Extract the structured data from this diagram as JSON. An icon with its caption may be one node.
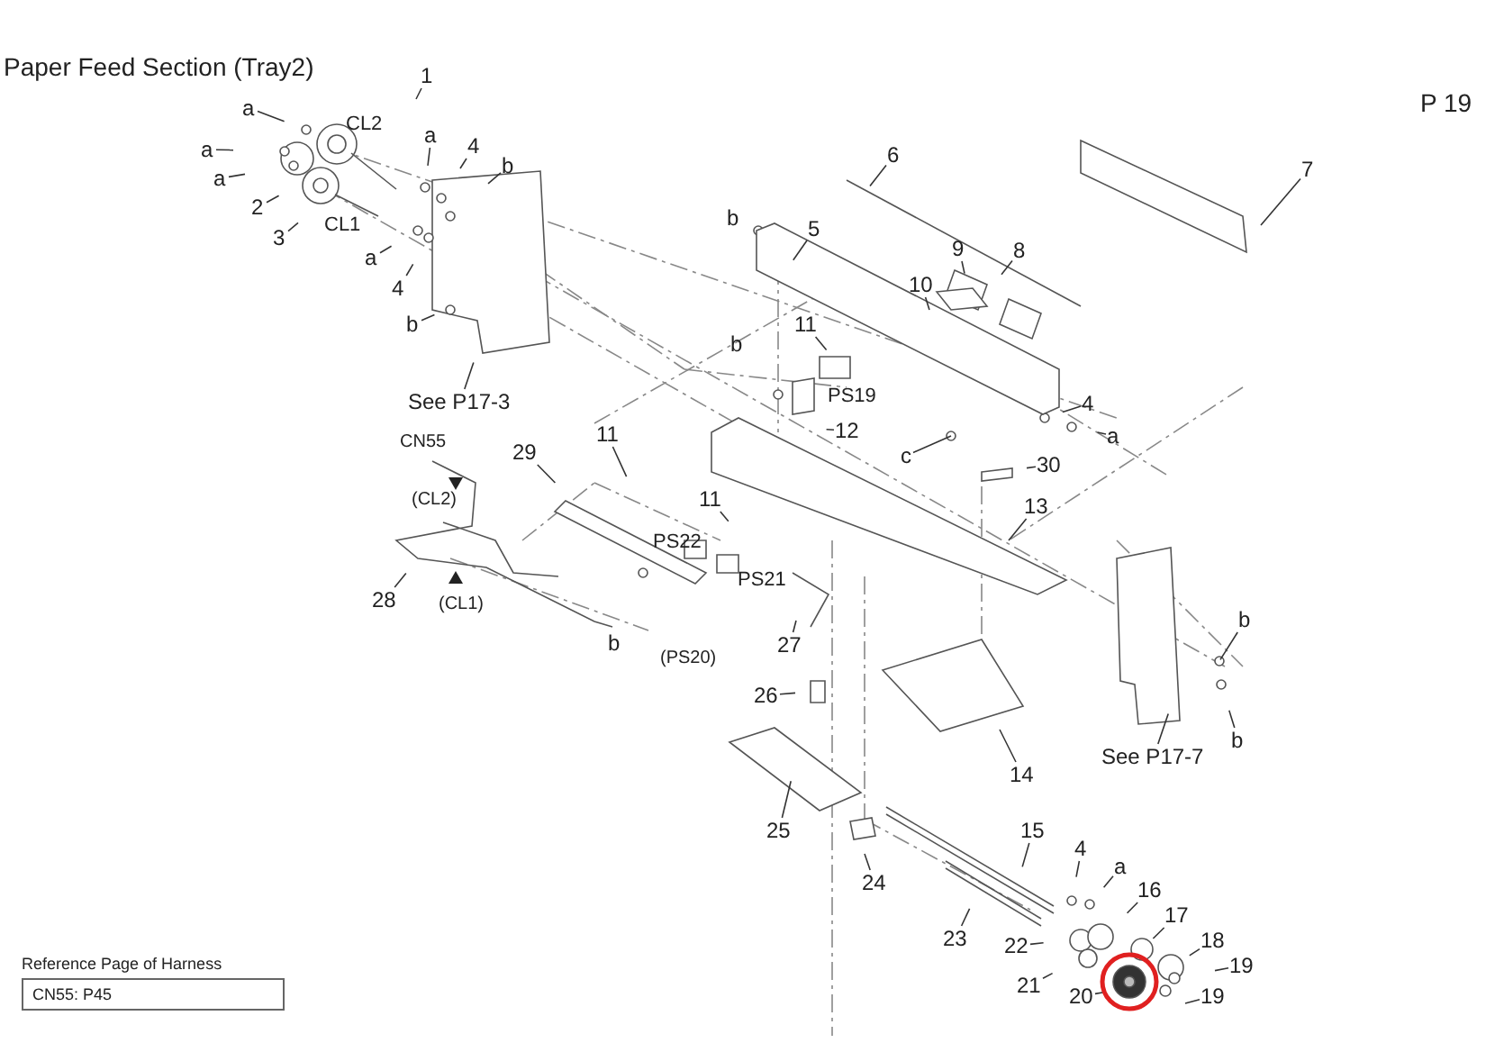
{
  "diagram": {
    "title": "Paper Feed Section (Tray2)",
    "nodes": [
      {
        "text": [
          "1"
        ]
      },
      {
        "text": [
          "a"
        ]
      },
      {
        "text": [
          "a"
        ]
      },
      {
        "text": [
          "a"
        ]
      },
      {
        "text": [
          "2"
        ]
      },
      {
        "text": [
          "3"
        ]
      },
      {
        "text": [
          "a"
        ]
      },
      {
        "text": [
          "4"
        ]
      },
      {
        "text": [
          "b"
        ]
      },
      {
        "text": [
          "a"
        ]
      },
      {
        "text": [
          "4"
        ]
      },
      {
        "text": [
          "b"
        ]
      },
      {
        "text": [
          "See P17-3"
        ]
      },
      {
        "text": [
          "6"
        ]
      },
      {
        "text": [
          "7"
        ]
      },
      {
        "text": [
          "5"
        ]
      },
      {
        "text": [
          "9"
        ]
      },
      {
        "text": [
          "8"
        ]
      },
      {
        "text": [
          "10"
        ]
      },
      {
        "text": [
          "11"
        ]
      },
      {
        "text": [
          "12"
        ]
      },
      {
        "text": [
          "c"
        ]
      },
      {
        "text": [
          "4"
        ]
      },
      {
        "text": [
          "a"
        ]
      },
      {
        "text": [
          "29"
        ]
      },
      {
        "text": [
          "11"
        ]
      },
      {
        "text": [
          "28"
        ]
      },
      {
        "text": [
          "11"
        ]
      },
      {
        "text": [
          "27"
        ]
      },
      {
        "text": [
          "30"
        ]
      },
      {
        "text": [
          "13"
        ]
      },
      {
        "text": [
          "b"
        ]
      },
      {
        "text": [
          "b"
        ]
      },
      {
        "text": [
          "See P17-7"
        ]
      },
      {
        "text": [
          "26"
        ]
      },
      {
        "text": [
          "14"
        ]
      },
      {
        "text": [
          "25"
        ]
      },
      {
        "text": [
          "15"
        ]
      },
      {
        "text": [
          "24"
        ]
      },
      {
        "text": [
          "4"
        ]
      },
      {
        "text": [
          "a"
        ]
      },
      {
        "text": [
          "16"
        ]
      },
      {
        "text": [
          "23"
        ]
      },
      {
        "text": [
          "17"
        ]
      },
      {
        "text": [
          "22"
        ]
      },
      {
        "text": [
          "18"
        ]
      },
      {
        "text": [
          "19"
        ]
      },
      {
        "text": [
          "21"
        ]
      },
      {
        "text": [
          "20"
        ]
      },
      {
        "text": [
          "19"
        ]
      },
      {
        "text": [
          "Reference Page of Harness",
          "CN55: P45"
        ]
      }
    ],
    "edges": [
      {
        "from": 0,
        "to": null,
        "arrow": "none"
      },
      {
        "from": 1,
        "to": null,
        "arrow": "none"
      },
      {
        "from": 2,
        "to": null,
        "arrow": "none"
      },
      {
        "from": 3,
        "to": null,
        "arrow": "none"
      },
      {
        "from": 4,
        "to": null,
        "arrow": "none"
      },
      {
        "from": 5,
        "to": null,
        "arrow": "none"
      },
      {
        "from": 6,
        "to": null,
        "arrow": "none"
      },
      {
        "from": 7,
        "to": null,
        "arrow": "none"
      },
      {
        "from": 8,
        "to": null,
        "arrow": "none"
      },
      {
        "from": 9,
        "to": null,
        "arrow": "none"
      },
      {
        "from": 10,
        "to": null,
        "arrow": "none"
      },
      {
        "from": 11,
        "to": null,
        "arrow": "none"
      },
      {
        "from": 12,
        "to": null,
        "arrow": "none"
      },
      {
        "from": 13,
        "to": null,
        "arrow": "none"
      },
      {
        "from": 14,
        "to": null,
        "arrow": "none"
      },
      {
        "from": 15,
        "to": null,
        "arrow": "none"
      },
      {
        "from": 16,
        "to": null,
        "arrow": "none"
      },
      {
        "from": 17,
        "to": null,
        "arrow": "none"
      },
      {
        "from": 18,
        "to": null,
        "arrow": "none"
      },
      {
        "from": 19,
        "to": null,
        "arrow": "none"
      },
      {
        "from": 20,
        "to": null,
        "arrow": "none"
      },
      {
        "from": 21,
        "to": null,
        "arrow": "none"
      },
      {
        "from": 22,
        "to": null,
        "arrow": "none"
      },
      {
        "from": 23,
        "to": null,
        "arrow": "none"
      },
      {
        "from": 24,
        "to": null,
        "arrow": "none"
      },
      {
        "from": 25,
        "to": null,
        "arrow": "none"
      },
      {
        "from": 26,
        "to": null,
        "arrow": "none"
      },
      {
        "from": 27,
        "to": null,
        "arrow": "none"
      },
      {
        "from": 28,
        "to": null,
        "arrow": "none"
      },
      {
        "from": 29,
        "to": null,
        "arrow": "none"
      },
      {
        "from": 30,
        "to": null,
        "arrow": "none"
      },
      {
        "from": 31,
        "to": null,
        "arrow": "none"
      },
      {
        "from": 32,
        "to": null,
        "arrow": "none"
      },
      {
        "from": 33,
        "to": null,
        "arrow": "none"
      },
      {
        "from": 34,
        "to": null,
        "arrow": "none"
      },
      {
        "from": 35,
        "to": null,
        "arrow": "none"
      },
      {
        "from": 36,
        "to": null,
        "arrow": "none"
      },
      {
        "from": 37,
        "to": null,
        "arrow": "none"
      },
      {
        "from": 38,
        "to": null,
        "arrow": "none"
      },
      {
        "from": 39,
        "to": null,
        "arrow": "none"
      },
      {
        "from": 40,
        "to": null,
        "arrow": "none"
      },
      {
        "from": 41,
        "to": null,
        "arrow": "none"
      },
      {
        "from": 42,
        "to": null,
        "arrow": "none"
      },
      {
        "from": 43,
        "to": null,
        "arrow": "none"
      },
      {
        "from": 44,
        "to": null,
        "arrow": "none"
      },
      {
        "from": 45,
        "to": null,
        "arrow": "none"
      },
      {
        "from": 46,
        "to": null,
        "arrow": "none"
      },
      {
        "from": 47,
        "to": null,
        "arrow": "none"
      },
      {
        "from": 48,
        "to": null,
        "arrow": "none"
      },
      {
        "from": 49,
        "to": null,
        "arrow": "none"
      }
    ],
    "labels": [
      "P 19",
      "CL2",
      "CL1",
      "b",
      "b",
      "PS19",
      "CN55",
      "(CL2)",
      "PS22",
      "PS21",
      "(CL1)",
      "b",
      "(PS20)"
    ]
  }
}
